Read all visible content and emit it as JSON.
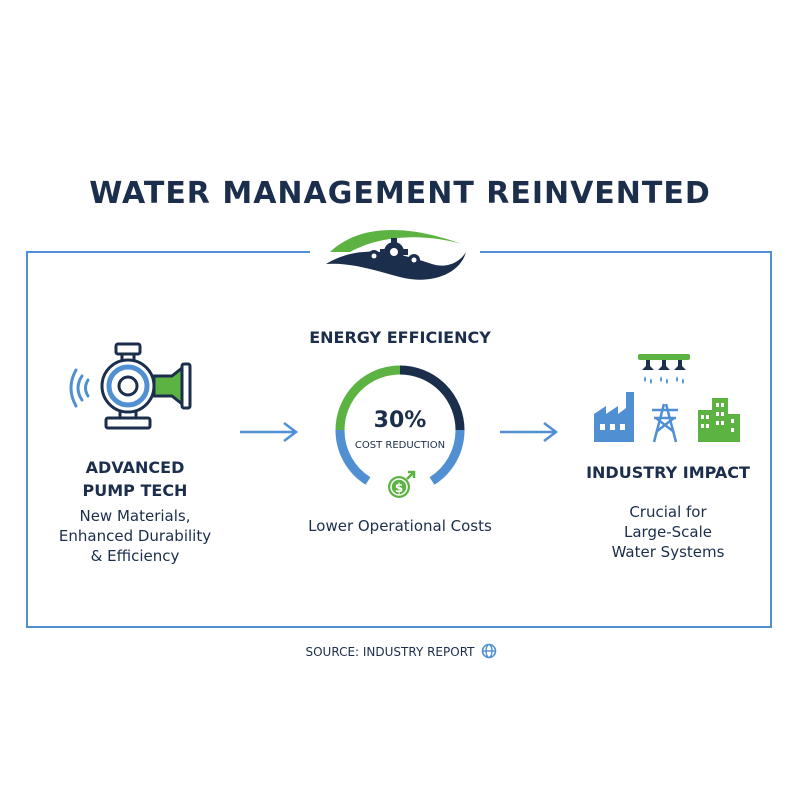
{
  "title": "WATER MANAGEMENT REINVENTED",
  "colors": {
    "navy": "#1b2e4b",
    "blue": "#4f8fd2",
    "green": "#5cb342"
  },
  "left": {
    "icon": "pump-icon",
    "title_line1": "ADVANCED",
    "title_line2": "PUMP TECH",
    "desc_line1": "New Materials,",
    "desc_line2": "Enhanced Durability",
    "desc_line3": "& Efficiency"
  },
  "center": {
    "title": "ENERGY EFFICIENCY",
    "percent": "30%",
    "percent_value": 30,
    "subtitle": "COST REDUCTION",
    "icon": "money-growth-icon",
    "caption": "Lower Operational Costs"
  },
  "right": {
    "icon": "industry-icon",
    "title": "INDUSTRY IMPACT",
    "desc_line1": "Crucial for",
    "desc_line2": "Large-Scale",
    "desc_line3": "Water Systems"
  },
  "source": "SOURCE: INDUSTRY REPORT",
  "source_icon": "globe-icon"
}
